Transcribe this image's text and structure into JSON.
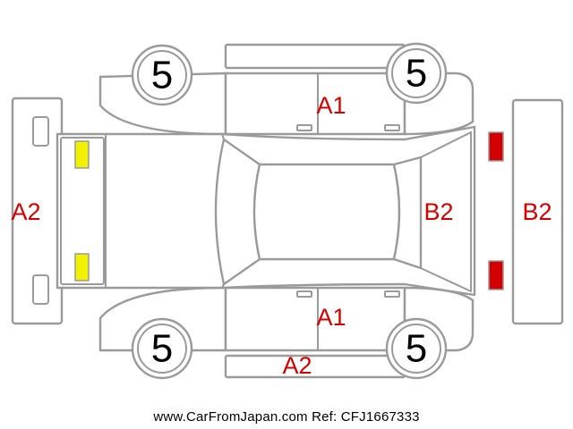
{
  "colors": {
    "outline": "#9a9a9a",
    "damage_code": "#d40000",
    "lamp_yellow": "#f2f200",
    "lamp_red": "#d40000"
  },
  "tires": {
    "front_left": "5",
    "front_right": "5",
    "rear_left": "5",
    "rear_right": "5"
  },
  "damage_codes": {
    "front_bumper": "A2",
    "upper_side": "A1",
    "lower_side": "A1",
    "lower_sill": "A2",
    "rear_window": "B2",
    "rear_bumper": "B2"
  },
  "footer": "www.CarFromJapan.com  Ref: CFJ1667333"
}
